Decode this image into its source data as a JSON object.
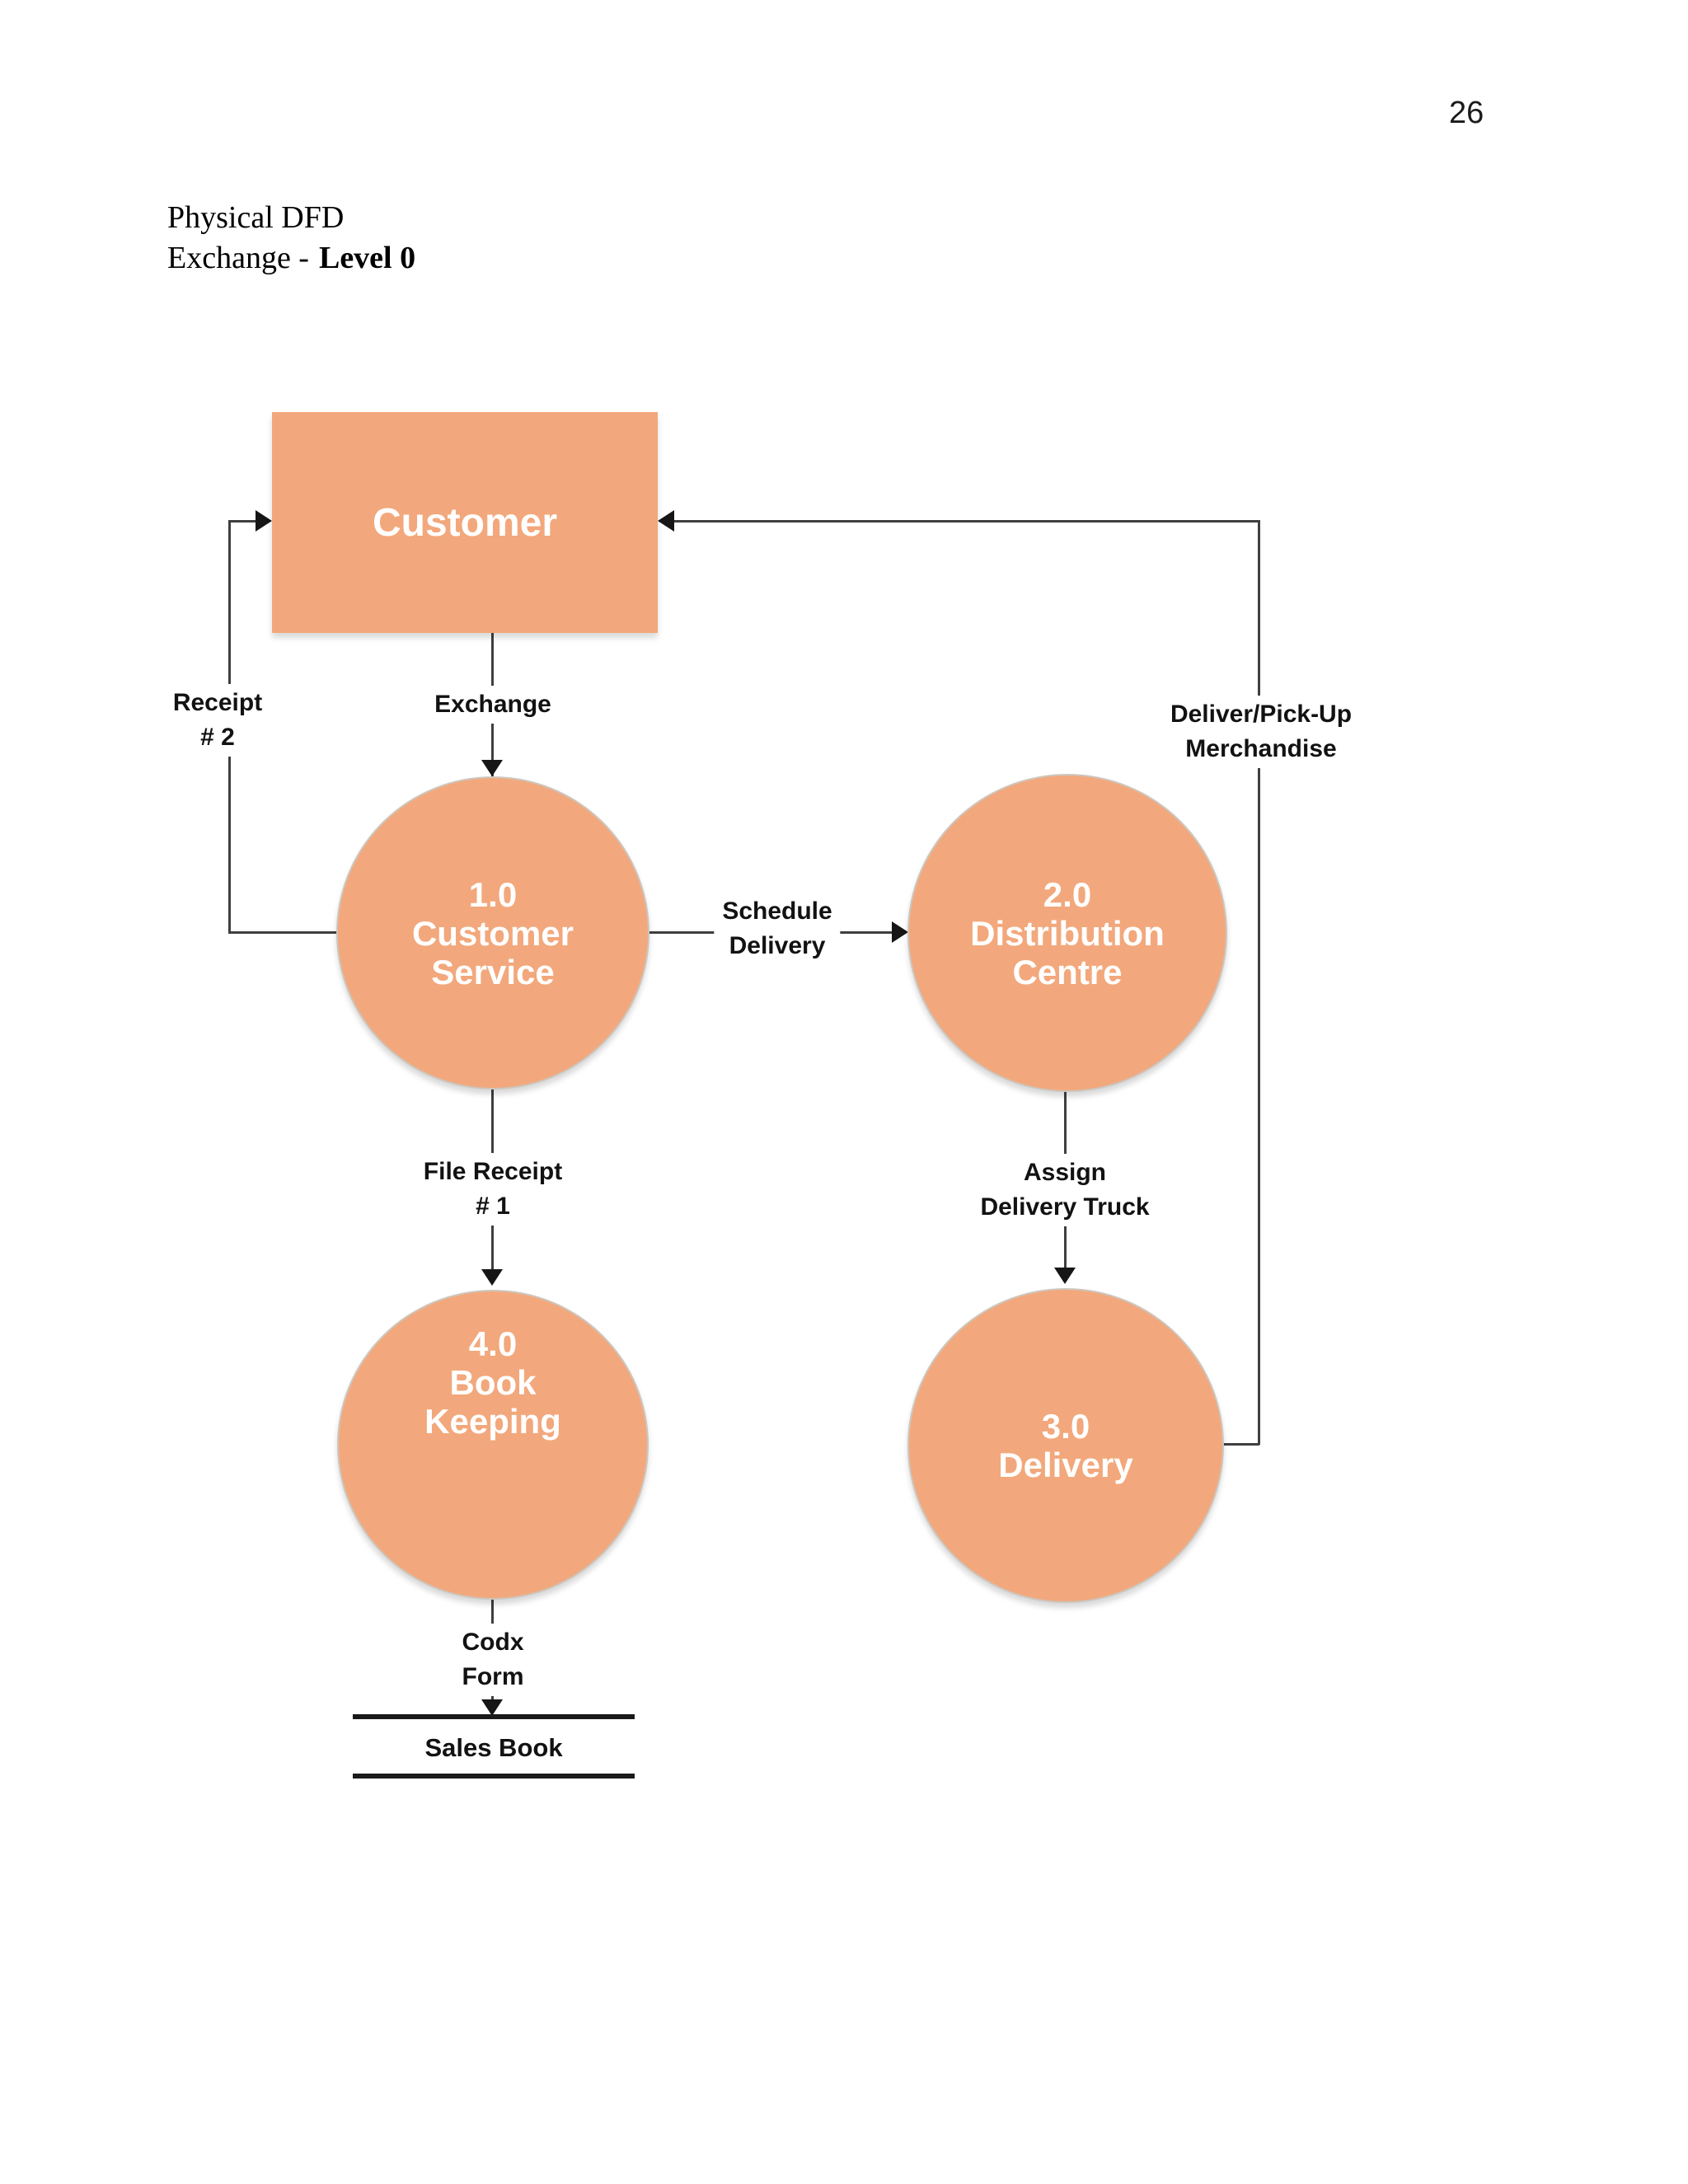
{
  "page": {
    "number": "26"
  },
  "heading": {
    "line1": "Physical DFD",
    "line2_normal": "Exchange -",
    "line2_bold": "Level 0"
  },
  "colors": {
    "shape_fill": "#F2A87C",
    "flow_line": "#3F3F3F",
    "arrow": "#161616",
    "label_text": "#121212",
    "shape_text": "#FFFFFF",
    "store_line": "#1A1A1A"
  },
  "diagram": {
    "external_entity": {
      "label": "Customer"
    },
    "processes": [
      {
        "id": "1.0",
        "name_lines": [
          "1.0",
          "Customer",
          "Service"
        ]
      },
      {
        "id": "2.0",
        "name_lines": [
          "2.0",
          "Distribution",
          "Centre"
        ]
      },
      {
        "id": "3.0",
        "name_lines": [
          "3.0",
          "Delivery"
        ]
      },
      {
        "id": "4.0",
        "name_lines": [
          "4.0",
          "Book",
          "Keeping"
        ]
      }
    ],
    "flows": [
      {
        "name": "exchange",
        "from": "Customer",
        "to": "1.0 Customer Service",
        "lines": [
          "Exchange"
        ]
      },
      {
        "name": "receipt-2",
        "from": "1.0 Customer Service",
        "to": "Customer",
        "lines": [
          "Receipt",
          "# 2"
        ]
      },
      {
        "name": "schedule-delivery",
        "from": "1.0 Customer Service",
        "to": "2.0 Distribution Centre",
        "lines": [
          "Schedule",
          "Delivery"
        ]
      },
      {
        "name": "deliver-pickup-merchandise",
        "from": "3.0 Delivery",
        "to": "Customer",
        "lines": [
          "Deliver/Pick-Up",
          "Merchandise"
        ]
      },
      {
        "name": "file-receipt-1",
        "from": "1.0 Customer Service",
        "to": "4.0 Book Keeping",
        "lines": [
          "File Receipt",
          "# 1"
        ]
      },
      {
        "name": "assign-delivery-truck",
        "from": "2.0 Distribution Centre",
        "to": "3.0 Delivery",
        "lines": [
          "Assign",
          "Delivery Truck"
        ]
      },
      {
        "name": "codx-form",
        "from": "4.0 Book Keeping",
        "to": "Sales Book",
        "lines": [
          "Codx",
          "Form"
        ]
      }
    ],
    "data_store": {
      "label": "Sales Book"
    }
  }
}
